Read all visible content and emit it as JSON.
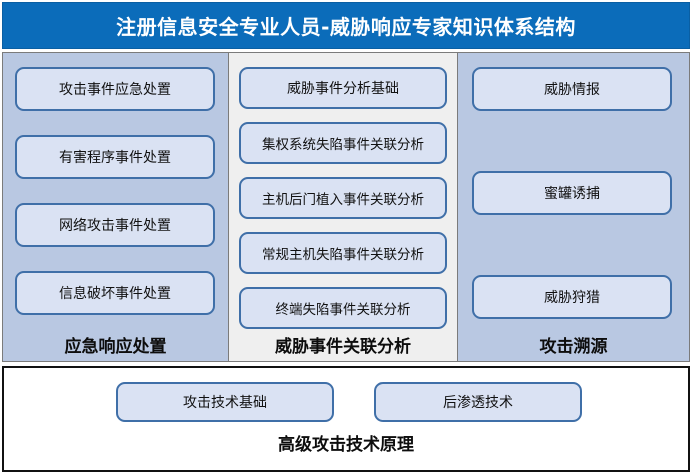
{
  "header": {
    "title": "注册信息安全专业人员-威胁响应专家知识体系结构",
    "background_color": "#0b6cba",
    "text_color": "#ffffff"
  },
  "theme": {
    "node_fill": "#dae2f3",
    "node_border": "#3f6fa8",
    "column_blue_bg": "#b9c8e2",
    "column_gray_bg": "#efefef",
    "frame_border": "#111111"
  },
  "columns": [
    {
      "id": "emergency-response",
      "footer_label": "应急响应处置",
      "background": "#b9c8e2",
      "nodes": [
        {
          "label": "攻击事件应急处置"
        },
        {
          "label": "有害程序事件处置"
        },
        {
          "label": "网络攻击事件处置"
        },
        {
          "label": "信息破坏事件处置"
        }
      ]
    },
    {
      "id": "threat-event-correlation-analysis",
      "footer_label": "威胁事件关联分析",
      "background": "#efefef",
      "nodes": [
        {
          "label": "威胁事件分析基础"
        },
        {
          "label": "集权系统失陷事件关联分析"
        },
        {
          "label": "主机后门植入事件关联分析"
        },
        {
          "label": "常规主机失陷事件关联分析"
        },
        {
          "label": "终端失陷事件关联分析"
        }
      ]
    },
    {
      "id": "attack-attribution",
      "footer_label": "攻击溯源",
      "background": "#b9c8e2",
      "nodes": [
        {
          "label": "威胁情报"
        },
        {
          "label": "蜜罐诱捕"
        },
        {
          "label": "威胁狩猎"
        }
      ]
    }
  ],
  "bottom": {
    "id": "advanced-attack-technique-principles",
    "footer_label": "高级攻击技术原理",
    "nodes": [
      {
        "label": "攻击技术基础"
      },
      {
        "label": "后渗透技术"
      }
    ]
  }
}
